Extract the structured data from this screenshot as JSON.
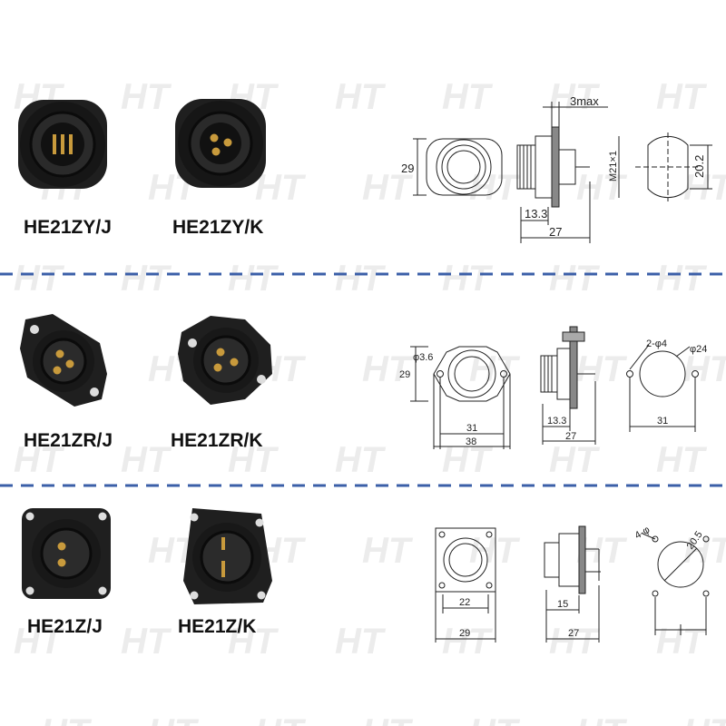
{
  "watermark": "HT",
  "colors": {
    "separator": "#3b5fa8",
    "connector_body": "#1c1c1c",
    "pin": "#c89a3c",
    "watermark": "#ececec"
  },
  "rows": [
    {
      "products": [
        {
          "label": "HE21ZY/J",
          "pins": 3
        },
        {
          "label": "HE21ZY/K",
          "pins": 3
        }
      ],
      "dims": {
        "top": "3max",
        "height": "29",
        "depth_flange": "13.3",
        "depth_total": "27",
        "thread": "M21×1",
        "cutout": "20.2"
      }
    },
    {
      "products": [
        {
          "label": "HE21ZR/J",
          "pins": 3
        },
        {
          "label": "HE21ZR/K",
          "pins": 3
        }
      ],
      "dims": {
        "hole": "φ3.6",
        "height": "29",
        "hole_spacing": "31",
        "flange_width": "38",
        "depth_flange": "13.3",
        "depth_total": "27",
        "holes": "2-φ4",
        "cutout": "φ24",
        "cutout_spacing": "31"
      }
    },
    {
      "products": [
        {
          "label": "HE21Z/J",
          "pins": 2
        },
        {
          "label": "HE21Z/K",
          "pins": 2
        }
      ],
      "dims": {
        "inner": "22",
        "outer": "29",
        "depth_flange": "15",
        "depth_total": "27",
        "holes": "4-φ",
        "cutout": "20.5"
      }
    }
  ]
}
